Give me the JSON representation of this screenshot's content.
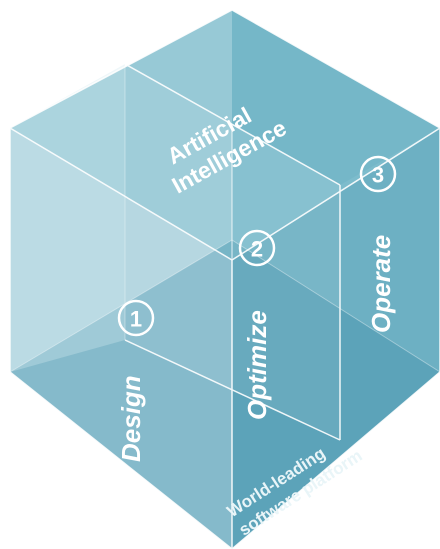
{
  "cube": {
    "top_label_line1": "Artificial",
    "top_label_line2": "Intelligence",
    "base_label_line1": "World-leading",
    "base_label_line2": "software platform"
  },
  "stages": [
    {
      "number": "1",
      "label": "Design"
    },
    {
      "number": "2",
      "label": "Optimize"
    },
    {
      "number": "3",
      "label": "Operate"
    }
  ],
  "colors": {
    "back_wall_left": "#b5d6e0",
    "back_wall_right": "#84bfd0",
    "floor": "#5fa5bc",
    "front_left": "#8fc4d4",
    "front_right": "#6cb0c6",
    "edge": "#ffffff"
  }
}
